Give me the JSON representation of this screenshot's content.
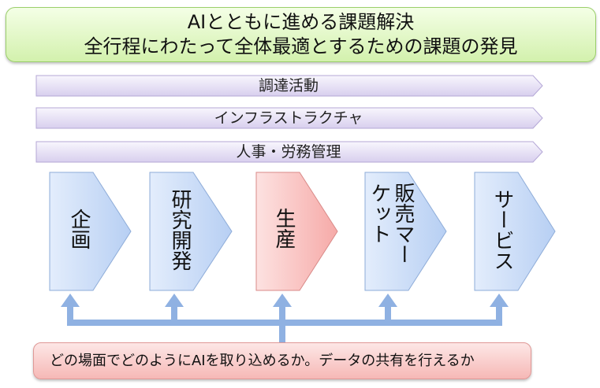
{
  "title": {
    "line1": "AIとともに進める課題解決",
    "line2": "全行程にわたって全体最適とするための課題の発見"
  },
  "support_activities": [
    {
      "label": "調達活動"
    },
    {
      "label": "インフラストラクチャ"
    },
    {
      "label": "人事・労務管理"
    }
  ],
  "primary_activities": [
    {
      "label": "企画",
      "type": "blue"
    },
    {
      "label": "研究開発",
      "type": "blue"
    },
    {
      "label": "生産",
      "type": "red"
    },
    {
      "label": "販売マーケット",
      "type": "blue"
    },
    {
      "label": "サービス",
      "type": "blue"
    }
  ],
  "bottom_question": "どの場面でどのようにAIを取り込めるか。データの共有を行えるか",
  "colors": {
    "title_fill": "#d3f1ad",
    "bar_fill": "#e3dcf2",
    "blue_fill": "#c8dcf8",
    "red_fill": "#f9c4c2",
    "connector": "#8fb1e2",
    "question_fill": "#fbd2d0"
  }
}
